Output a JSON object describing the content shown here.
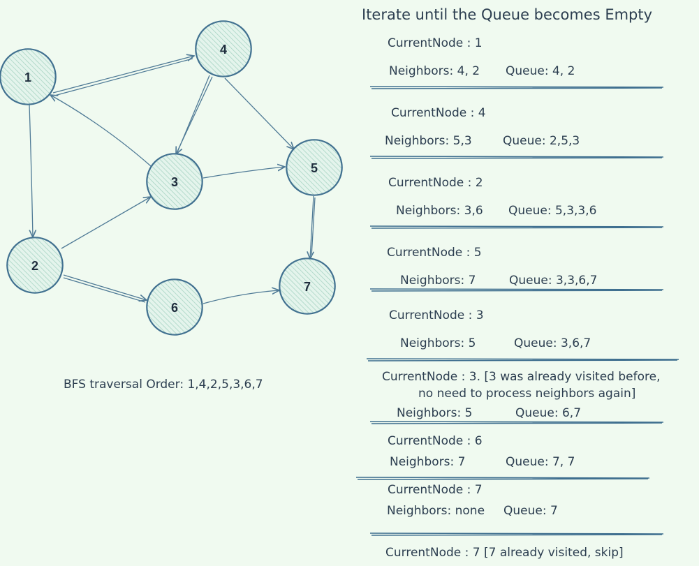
{
  "title": "Iterate until the Queue becomes Empty",
  "bfs_order": "BFS traversal Order: 1,4,2,5,3,6,7",
  "nodes": {
    "n1": "1",
    "n2": "2",
    "n3": "3",
    "n4": "4",
    "n5": "5",
    "n6": "6",
    "n7": "7"
  },
  "steps": [
    {
      "current": "CurrentNode : 1",
      "neighbors": "Neighbors: 4, 2",
      "queue": "Queue: 4, 2"
    },
    {
      "current": "CurrentNode : 4",
      "neighbors": "Neighbors: 5,3",
      "queue": "Queue: 2,5,3"
    },
    {
      "current": "CurrentNode : 2",
      "neighbors": "Neighbors: 3,6",
      "queue": "Queue: 5,3,3,6"
    },
    {
      "current": "CurrentNode : 5",
      "neighbors": "Neighbors: 7",
      "queue": "Queue: 3,3,6,7"
    },
    {
      "current": "CurrentNode : 3",
      "neighbors": "Neighbors: 5",
      "queue": "Queue: 3,6,7"
    },
    {
      "current": "CurrentNode : 3. [3 was already visited before,",
      "current_line2": "no need to process neighbors again]",
      "neighbors": "Neighbors: 5",
      "queue": "Queue: 6,7"
    },
    {
      "current": "CurrentNode : 6",
      "neighbors": "Neighbors: 7",
      "queue": "Queue: 7, 7"
    },
    {
      "current": "CurrentNode : 7",
      "neighbors": "Neighbors: none",
      "queue": "Queue: 7"
    },
    {
      "current": "CurrentNode : 7 [7 already visited, skip]"
    }
  ],
  "colors": {
    "background": "#f0faf0",
    "stroke": "#3f6f8f",
    "node_fill": "#cfe8dc",
    "text": "#2c3e50"
  }
}
